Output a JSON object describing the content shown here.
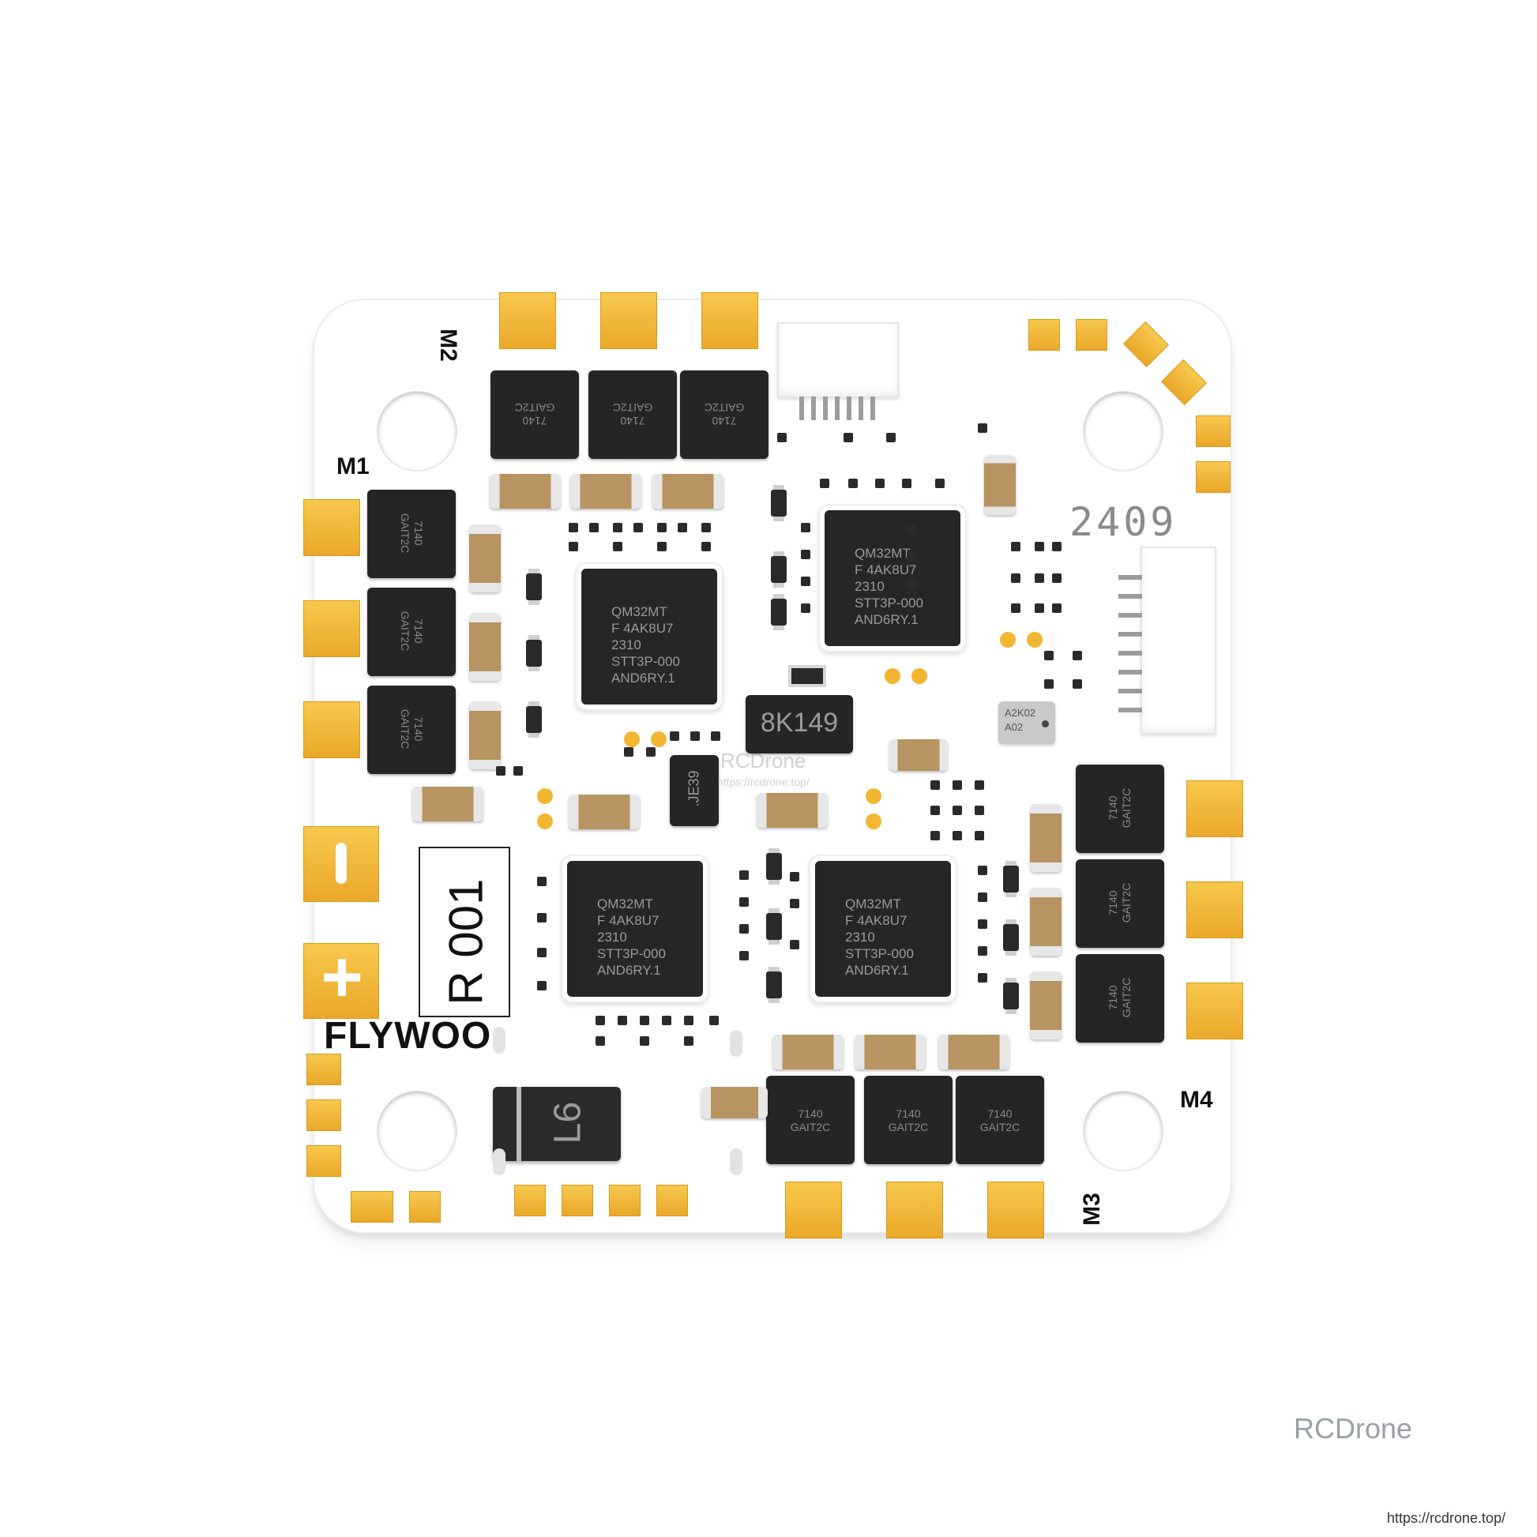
{
  "board": {
    "brand": "FLYWOO",
    "date_code": "2409",
    "revision": "R 001",
    "motor_labels": {
      "m1": "M1",
      "m2": "M2",
      "m3": "M3",
      "m4": "M4"
    },
    "plus_symbol": "+"
  },
  "components": {
    "mcu_text": "QM32MT\nF 4AK8U7\n2310\nSTT3P-000\nAND6RY.1",
    "mosfet_text": "7140\nGAIT2C",
    "regulator_text": "8K149",
    "sensor_text": "A2K02\nA02",
    "diode_text": "L6",
    "small_ic_text": ".JE39"
  },
  "watermark": {
    "brand": "RCDrone",
    "url": "https://rcdrone.top/",
    "board_overlay_brand": "RCDrone",
    "board_overlay_url": "https://rcdrone.top/"
  },
  "colors": {
    "gold": "#f2b632",
    "board": "#ffffff",
    "chip": "#262626",
    "watermark": "#9aa0a6"
  }
}
